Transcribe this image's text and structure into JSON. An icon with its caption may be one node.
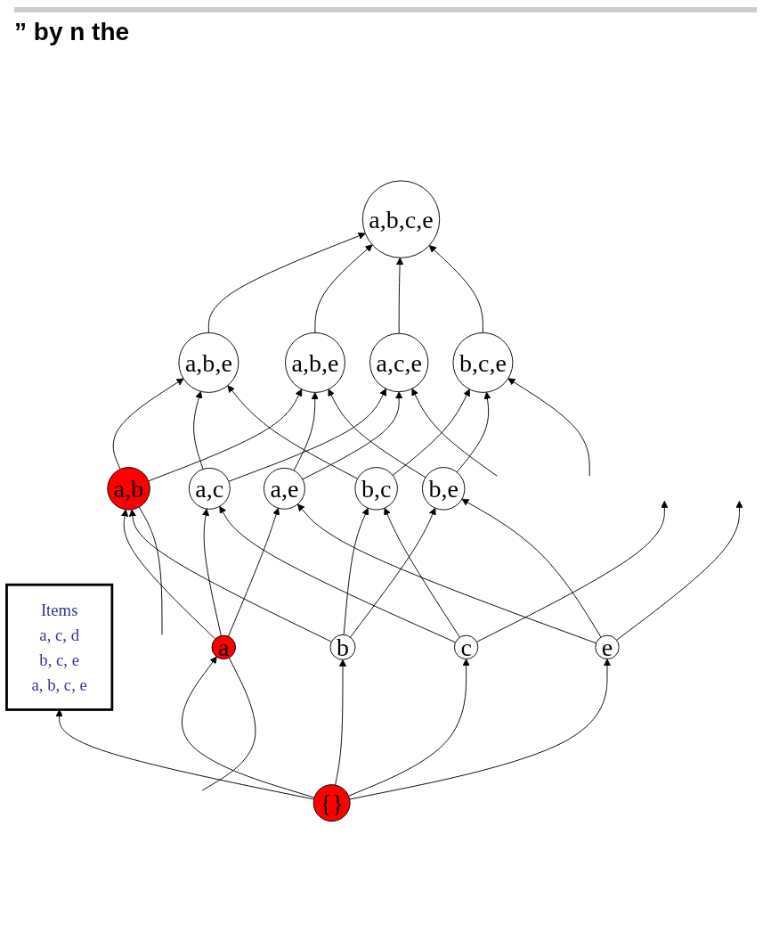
{
  "diagram": {
    "nodes": [
      {
        "text": [
          "a,b,c,e"
        ]
      },
      {
        "text": [
          "a,b,e"
        ]
      },
      {
        "text": [
          "a,b,e"
        ]
      },
      {
        "text": [
          "a,c,e"
        ]
      },
      {
        "text": [
          "b,c,e"
        ]
      },
      {
        "text": [
          "a,b"
        ]
      },
      {
        "text": [
          "a,c"
        ]
      },
      {
        "text": [
          "a,e"
        ]
      },
      {
        "text": [
          "b,c"
        ]
      },
      {
        "text": [
          "b,e"
        ]
      },
      {
        "text": [
          "a"
        ]
      },
      {
        "text": [
          "b"
        ]
      },
      {
        "text": [
          "c"
        ]
      },
      {
        "text": [
          "e"
        ]
      },
      {
        "text": [
          "{}"
        ]
      },
      {
        "text": [
          "Items",
          "a, c, d",
          "b, c, e",
          "a, b, c, e"
        ]
      }
    ],
    "edges": [
      {
        "from": 1,
        "to": 0,
        "arrow": "to"
      },
      {
        "from": 2,
        "to": 0,
        "arrow": "to"
      },
      {
        "from": 3,
        "to": 0,
        "arrow": "to"
      },
      {
        "from": 4,
        "to": 0,
        "arrow": "to"
      },
      {
        "from": 5,
        "to": 1,
        "arrow": "to"
      },
      {
        "from": 5,
        "to": 2,
        "arrow": "to"
      },
      {
        "from": 6,
        "to": 1,
        "arrow": "to"
      },
      {
        "from": 6,
        "to": 3,
        "arrow": "to"
      },
      {
        "from": 7,
        "to": 2,
        "arrow": "to"
      },
      {
        "from": 7,
        "to": 3,
        "arrow": "to"
      },
      {
        "from": 8,
        "to": 1,
        "arrow": "to"
      },
      {
        "from": 8,
        "to": 4,
        "arrow": "to"
      },
      {
        "from": 9,
        "to": 2,
        "arrow": "to"
      },
      {
        "from": 9,
        "to": 4,
        "arrow": "to"
      },
      {
        "from": null,
        "to": 3,
        "arrow": "to"
      },
      {
        "from": null,
        "to": 4,
        "arrow": "to"
      },
      {
        "from": 10,
        "to": 5,
        "arrow": "to"
      },
      {
        "from": 10,
        "to": 6,
        "arrow": "to"
      },
      {
        "from": 10,
        "to": 7,
        "arrow": "to"
      },
      {
        "from": 11,
        "to": 5,
        "arrow": "to"
      },
      {
        "from": 12,
        "to": 6,
        "arrow": "to"
      },
      {
        "from": 13,
        "to": 7,
        "arrow": "to"
      },
      {
        "from": 11,
        "to": 8,
        "arrow": "to"
      },
      {
        "from": 11,
        "to": 9,
        "arrow": "to"
      },
      {
        "from": 12,
        "to": 8,
        "arrow": "to"
      },
      {
        "from": 13,
        "to": 9,
        "arrow": "to"
      },
      {
        "from": 12,
        "to": null,
        "arrow": "to"
      },
      {
        "from": 13,
        "to": null,
        "arrow": "to"
      },
      {
        "from": 14,
        "to": 10,
        "arrow": "to"
      },
      {
        "from": 14,
        "to": 11,
        "arrow": "to"
      },
      {
        "from": 14,
        "to": 12,
        "arrow": "to"
      },
      {
        "from": 14,
        "to": 13,
        "arrow": "to"
      },
      {
        "from": 14,
        "to": 15,
        "arrow": "to"
      },
      {
        "from": null,
        "to": 5,
        "arrow": "none"
      },
      {
        "from": null,
        "to": 10,
        "arrow": "none"
      }
    ],
    "labels": [
      "” by n the"
    ]
  }
}
